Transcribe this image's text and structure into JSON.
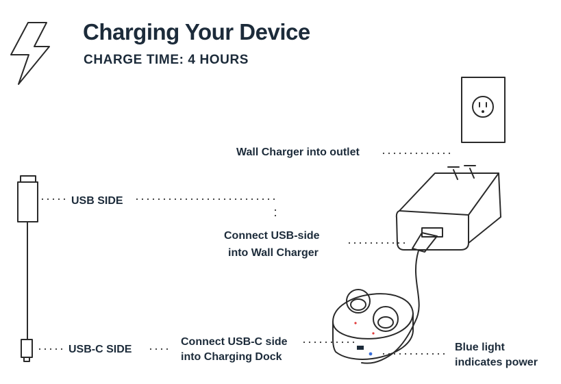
{
  "header": {
    "title": "Charging Your Device",
    "subtitle": "CHARGE TIME: 4 HOURS"
  },
  "labels": {
    "wall_charger": "Wall Charger into outlet",
    "usb_side": "USB SIDE",
    "connect_usb_line1": "Connect USB-side",
    "connect_usb_line2": "into Wall Charger",
    "usbc_side": "USB-C  SIDE",
    "connect_usbc_line1": "Connect USB-C side",
    "connect_usbc_line2": "into Charging Dock",
    "blue_light_line1": "Blue light",
    "blue_light_line2": "indicates power"
  },
  "icons": {
    "header": "lightning-bolt-icon",
    "outlet": "wall-outlet-icon",
    "charger": "wall-charger-icon",
    "cable": "usb-cable-icon",
    "dock": "charging-dock-icon"
  },
  "colors": {
    "text": "#1c2b3a",
    "line": "#2a2a2a",
    "indicator": "#3a6fd8",
    "dock_accent": "#e03a3a"
  }
}
